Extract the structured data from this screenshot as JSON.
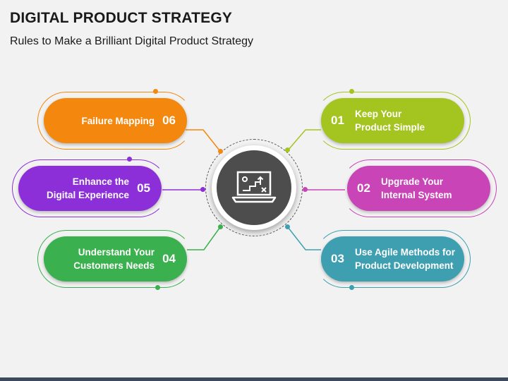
{
  "header": {
    "title": "DIGITAL PRODUCT STRATEGY",
    "subtitle": "Rules to Make a Brilliant Digital Product Strategy"
  },
  "hub": {
    "icon": "laptop-growth-icon"
  },
  "items": [
    {
      "num": "01",
      "label": "Keep Your\nProduct Simple",
      "color": "#a4c420"
    },
    {
      "num": "02",
      "label": "Upgrade Your\nInternal System",
      "color": "#c944b7"
    },
    {
      "num": "03",
      "label": "Use Agile Methods for\nProduct Development",
      "color": "#3e9fb1"
    },
    {
      "num": "04",
      "label": "Understand Your\nCustomers Needs",
      "color": "#3bb04e"
    },
    {
      "num": "05",
      "label": "Enhance the\nDigital Experience",
      "color": "#8d2fd8"
    },
    {
      "num": "06",
      "label": "Failure Mapping",
      "color": "#f4880f"
    }
  ]
}
